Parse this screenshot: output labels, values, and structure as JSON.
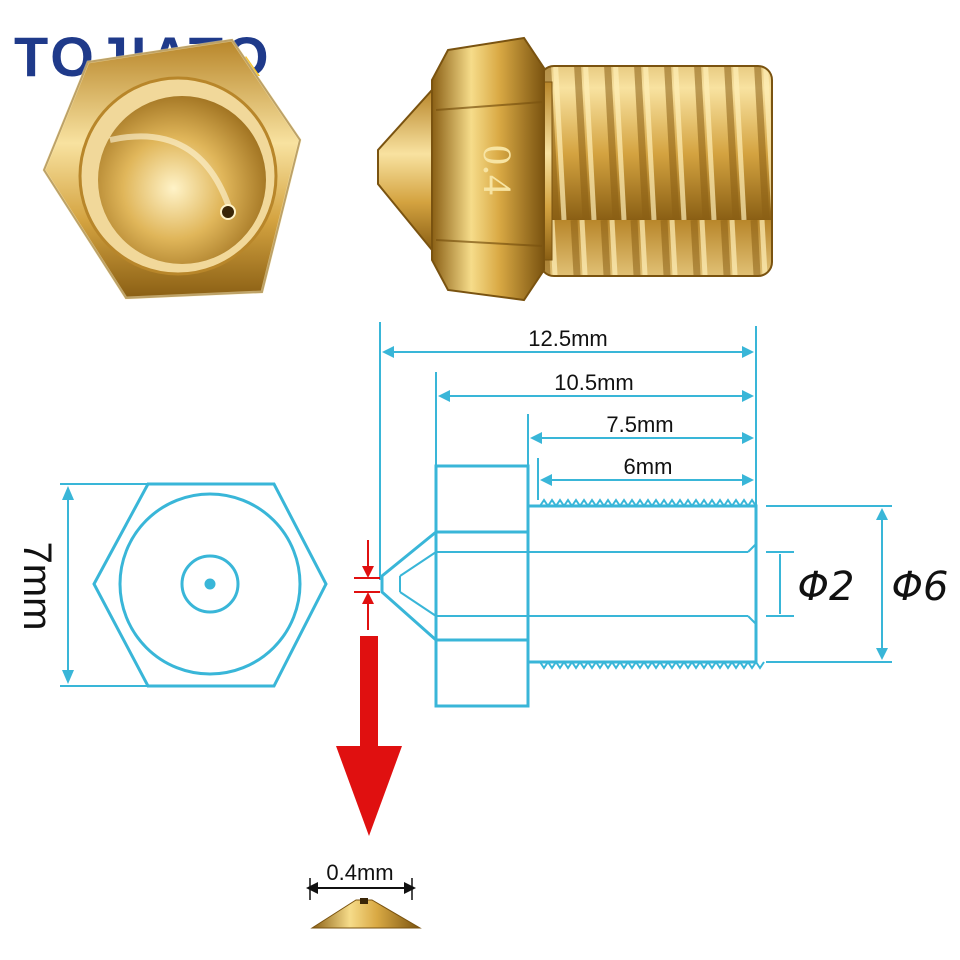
{
  "brand": {
    "name": "TOJIATO",
    "color": "#1f3a8a",
    "accent": "#f2c12e"
  },
  "nozzle_engraving": "0.4",
  "dimensions": {
    "total_length": "12.5mm",
    "hex_to_end": "10.5mm",
    "thread_section": "7.5mm",
    "thread_length": "6mm",
    "hex_width": "7mm",
    "bore_diameter": "Φ2",
    "thread_diameter": "Φ6",
    "orifice": "0.4mm"
  },
  "colors": {
    "drawing_line": "#39b6d8",
    "arrow": "#e01010",
    "brass_light": "#f3d27a",
    "brass_dark": "#a87a20"
  }
}
